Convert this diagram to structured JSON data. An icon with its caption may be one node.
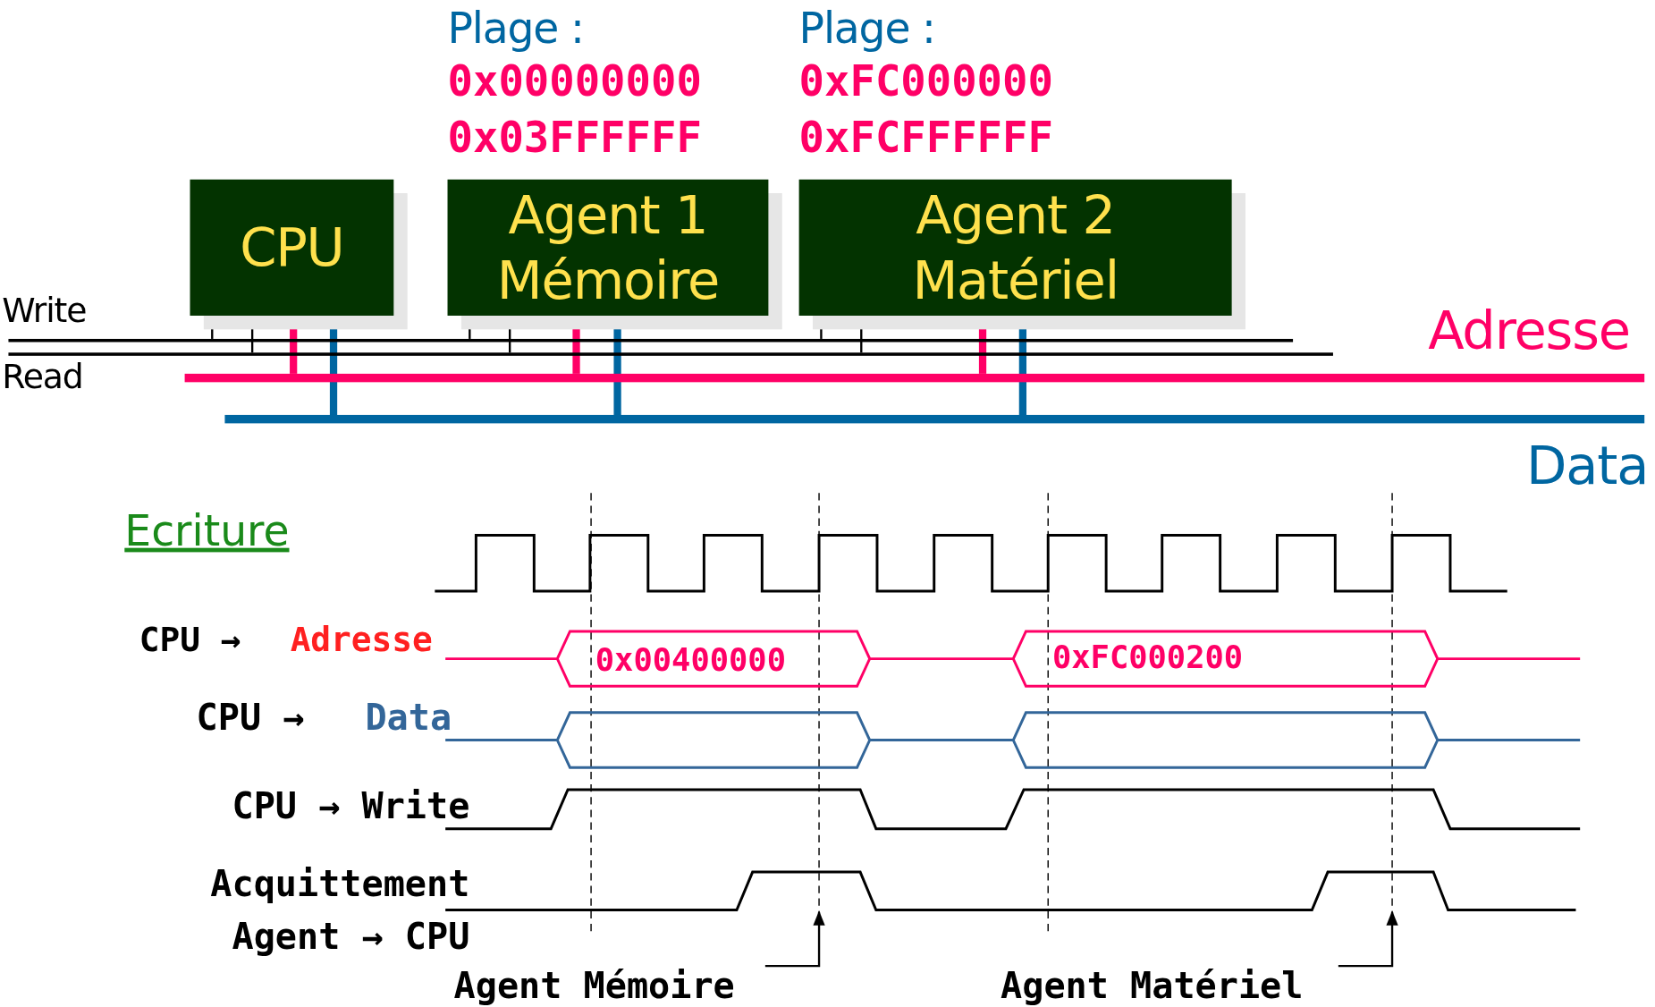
{
  "diagram": {
    "nodes": [
      {
        "text": [
          "CPU"
        ]
      },
      {
        "text": [
          "Agent 1 Mémoire"
        ],
        "beside": [
          "Plage :",
          "0x00000000",
          "0x03FFFFFF"
        ]
      },
      {
        "text": [
          "Agent 2 Matériel"
        ],
        "beside": [
          "Plage :",
          "0xFC000000",
          "0xFCFFFFFF"
        ]
      },
      {
        "text": [
          "Write"
        ]
      },
      {
        "text": [
          "Read"
        ]
      },
      {
        "text": [
          "Adresse"
        ]
      },
      {
        "text": [
          "Data"
        ]
      },
      {
        "text": [
          "Agent Mémoire"
        ]
      },
      {
        "text": [
          "Agent Matériel"
        ]
      }
    ],
    "edges": [
      {
        "from": 0,
        "to": 3,
        "arrow": "none"
      },
      {
        "from": 0,
        "to": 4,
        "arrow": "none"
      },
      {
        "from": 0,
        "to": 5,
        "arrow": "none",
        "style": "thick",
        "color": "#ff0066"
      },
      {
        "from": 0,
        "to": 6,
        "arrow": "none",
        "style": "thick",
        "color": "#0066a1"
      },
      {
        "from": 1,
        "to": 3,
        "arrow": "none"
      },
      {
        "from": 1,
        "to": 4,
        "arrow": "none"
      },
      {
        "from": 1,
        "to": 5,
        "arrow": "none",
        "style": "thick",
        "color": "#ff0066"
      },
      {
        "from": 1,
        "to": 6,
        "arrow": "none",
        "style": "thick",
        "color": "#0066a1"
      },
      {
        "from": 2,
        "to": 3,
        "arrow": "none"
      },
      {
        "from": 2,
        "to": 4,
        "arrow": "none"
      },
      {
        "from": 2,
        "to": 5,
        "arrow": "none",
        "style": "thick",
        "color": "#ff0066"
      },
      {
        "from": 2,
        "to": 6,
        "arrow": "none",
        "style": "thick",
        "color": "#0066a1"
      },
      {
        "from": 7,
        "to": null,
        "arrow": "to"
      },
      {
        "from": 8,
        "to": null,
        "arrow": "to"
      }
    ],
    "labels": [
      "Ecriture",
      "CPU →",
      "Adresse",
      "CPU →",
      "Data",
      "CPU → Write",
      "Acquittement",
      "Agent → CPU",
      "0x00400000",
      "0xFC000200"
    ]
  }
}
